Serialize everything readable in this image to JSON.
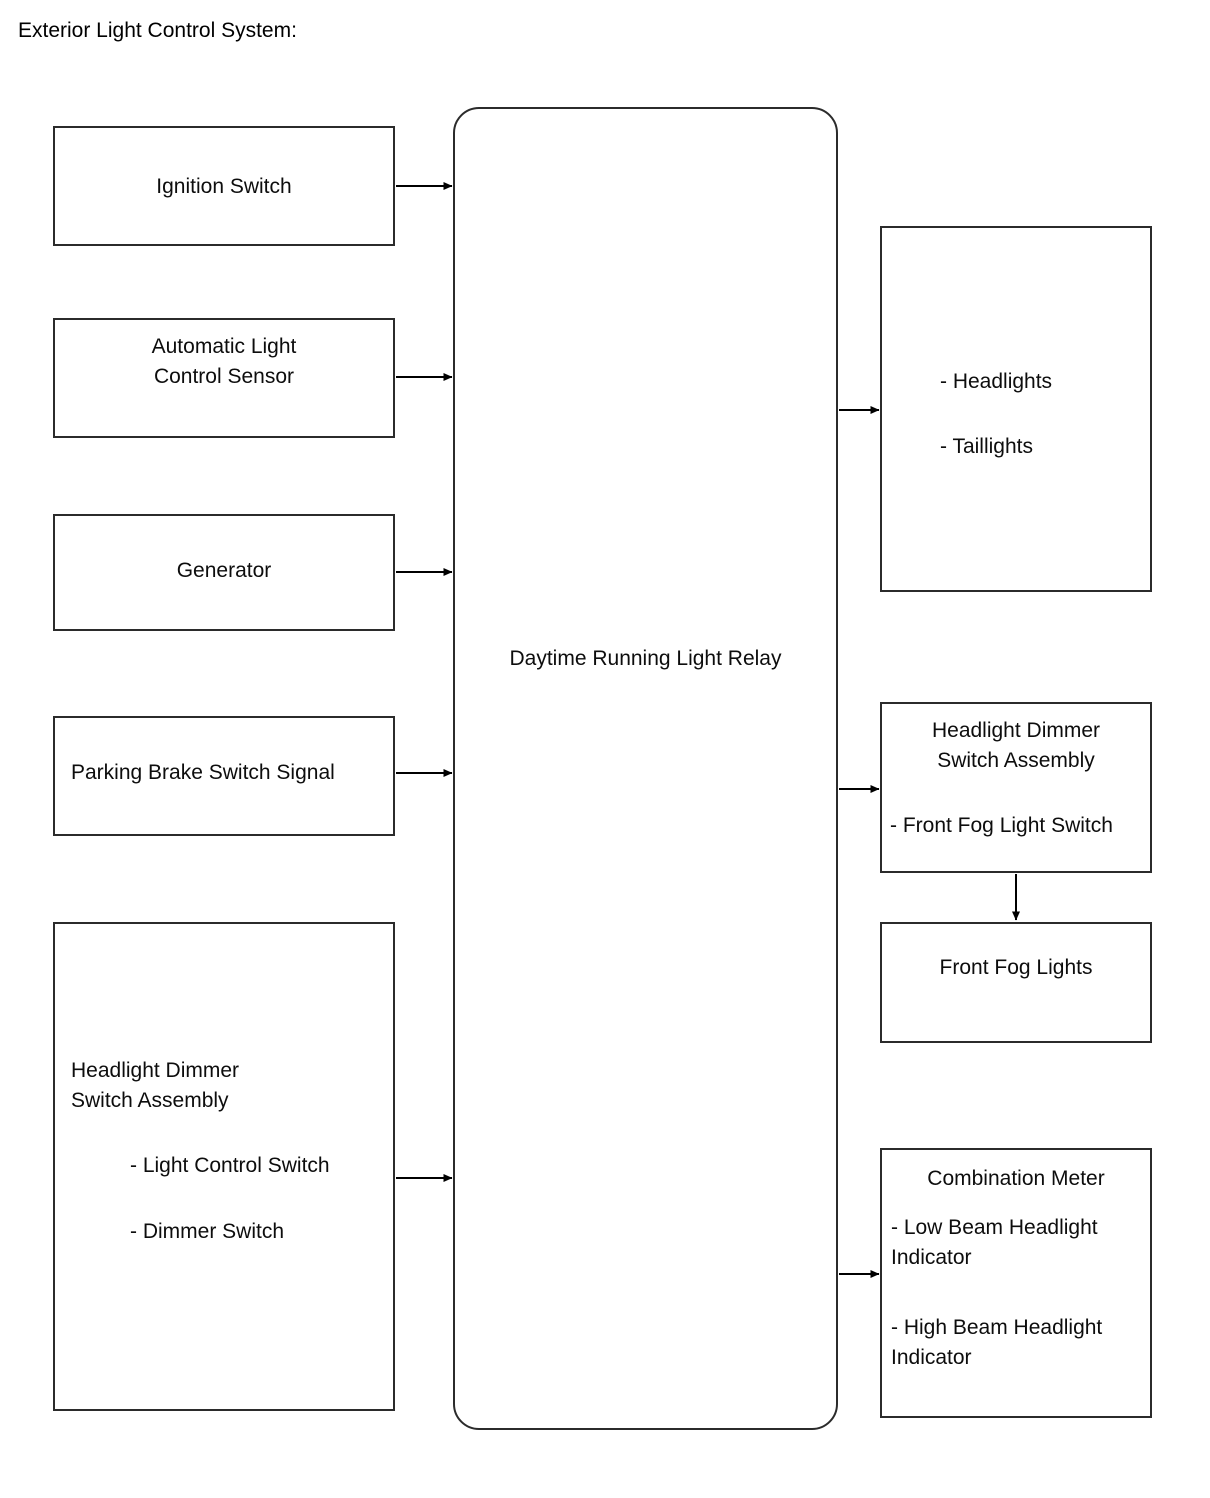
{
  "diagram": {
    "title": "Exterior Light Control System:",
    "type": "block-diagram",
    "inputs": [
      {
        "id": "ignition-switch",
        "label": "Ignition Switch",
        "align": "center"
      },
      {
        "id": "automatic-light-control-sensor",
        "label": "Automatic Light\nControl Sensor",
        "align": "center"
      },
      {
        "id": "generator",
        "label": "Generator",
        "align": "center"
      },
      {
        "id": "parking-brake-switch-signal",
        "label": "Parking Brake Switch Signal",
        "align": "left"
      }
    ],
    "input_assembly": {
      "id": "headlight-dimmer-switch-assembly-input",
      "heading": "Headlight Dimmer\nSwitch Assembly",
      "items": [
        "- Light Control Switch",
        "- Dimmer Switch"
      ]
    },
    "controller": {
      "id": "daytime-running-light-relay",
      "label": "Daytime Running Light Relay"
    },
    "outputs": [
      {
        "id": "lights",
        "items": [
          "- Headlights",
          "- Taillights"
        ]
      },
      {
        "id": "headlight-dimmer-switch-assembly-output",
        "heading": "Headlight Dimmer\nSwitch Assembly",
        "items": [
          "- Front Fog Light Switch"
        ]
      },
      {
        "id": "front-fog-lights",
        "label": "Front Fog Lights"
      },
      {
        "id": "combination-meter",
        "heading": "Combination Meter",
        "items": [
          "- Low Beam Headlight\n  Indicator",
          "- High Beam Headlight\n  Indicator"
        ]
      }
    ],
    "colors": {
      "stroke": "#2b2b2b",
      "arrow": "#000000",
      "background": "#ffffff",
      "text": "#0d0d0d"
    }
  }
}
